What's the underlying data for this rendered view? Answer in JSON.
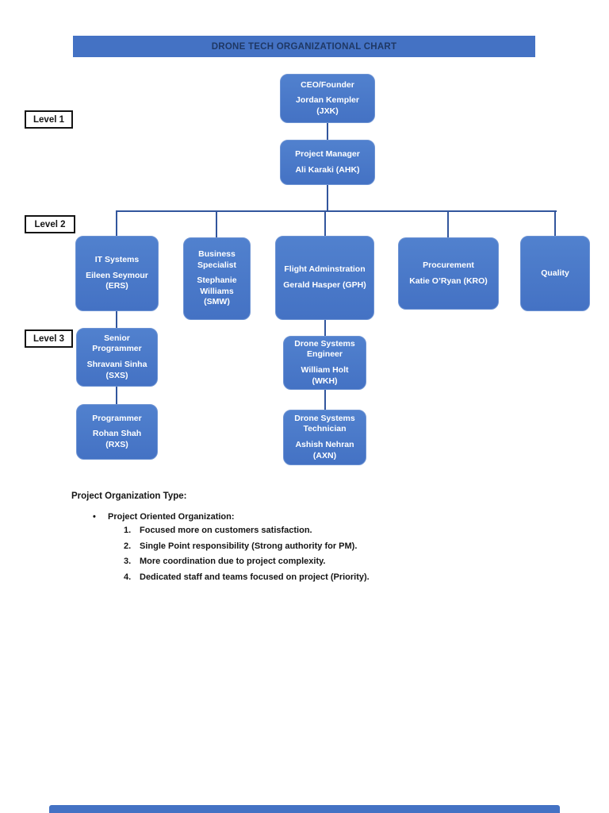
{
  "title": "DRONE TECH ORGANIZATIONAL CHART",
  "level_labels": {
    "l1": "Level 1",
    "l2": "Level 2",
    "l3": "Level 3"
  },
  "org": {
    "ceo": {
      "role": "CEO/Founder",
      "name": "Jordan Kempler (JXK)"
    },
    "pm": {
      "role": "Project Manager",
      "name": "Ali Karaki (AHK)"
    },
    "it": {
      "role": "IT Systems",
      "name": "Eileen Seymour (ERS)"
    },
    "business": {
      "role": "Business Specialist",
      "name": "Stephanie Williams (SMW)"
    },
    "flight": {
      "role": "Flight Adminstration",
      "name": "Gerald Hasper (GPH)"
    },
    "procurement": {
      "role": "Procurement",
      "name": "Katie O’Ryan (KRO)"
    },
    "quality": {
      "role": "Quality",
      "name": ""
    },
    "senior_programmer": {
      "role": "Senior Programmer",
      "name": "Shravani Sinha (SXS)"
    },
    "programmer": {
      "role": "Programmer",
      "name": "Rohan Shah (RXS)"
    },
    "ds_engineer": {
      "role": "Drone Systems Engineer",
      "name": "William Holt (WKH)"
    },
    "ds_technician": {
      "role": "Drone Systems Technician",
      "name": "Ashish Nehran (AXN)"
    }
  },
  "notes": {
    "heading": "Project Organization Type:",
    "bullet_glyph": "•",
    "bullet_text": "Project Oriented Organization:",
    "items": [
      {
        "num": "1.",
        "text": "Focused more on customers satisfaction."
      },
      {
        "num": "2.",
        "text": "Single Point responsibility (Strong authority for PM)."
      },
      {
        "num": "3.",
        "text": "More coordination due to project complexity."
      },
      {
        "num": "4.",
        "text": "Dedicated staff and teams focused on project (Priority)."
      }
    ]
  },
  "colors": {
    "accent_blue": "#4472C4",
    "connector_blue": "#32569D",
    "title_text": "#1F3864"
  }
}
